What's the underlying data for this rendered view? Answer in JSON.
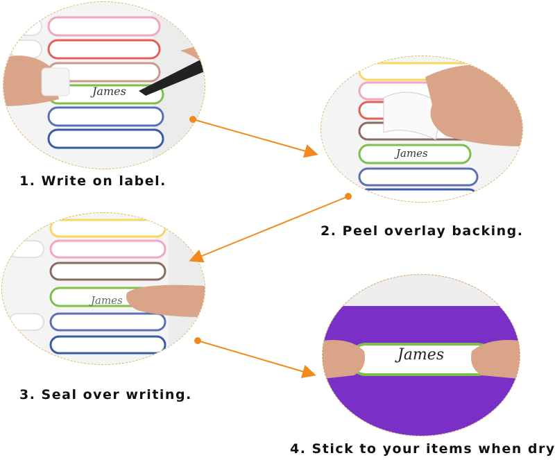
{
  "steps": [
    {
      "label": "1. Write on label."
    },
    {
      "label": "2. Peel overlay backing."
    },
    {
      "label": "3. Seal over writing."
    },
    {
      "label": "4. Stick to your items when dry."
    }
  ],
  "sample_name": "James",
  "colors": {
    "arrow": "#f08a1c",
    "circle_border": "#e0b25a",
    "purple": "#7a2fc6",
    "label_green": "#7cc04a",
    "skin": "#d9a488"
  }
}
